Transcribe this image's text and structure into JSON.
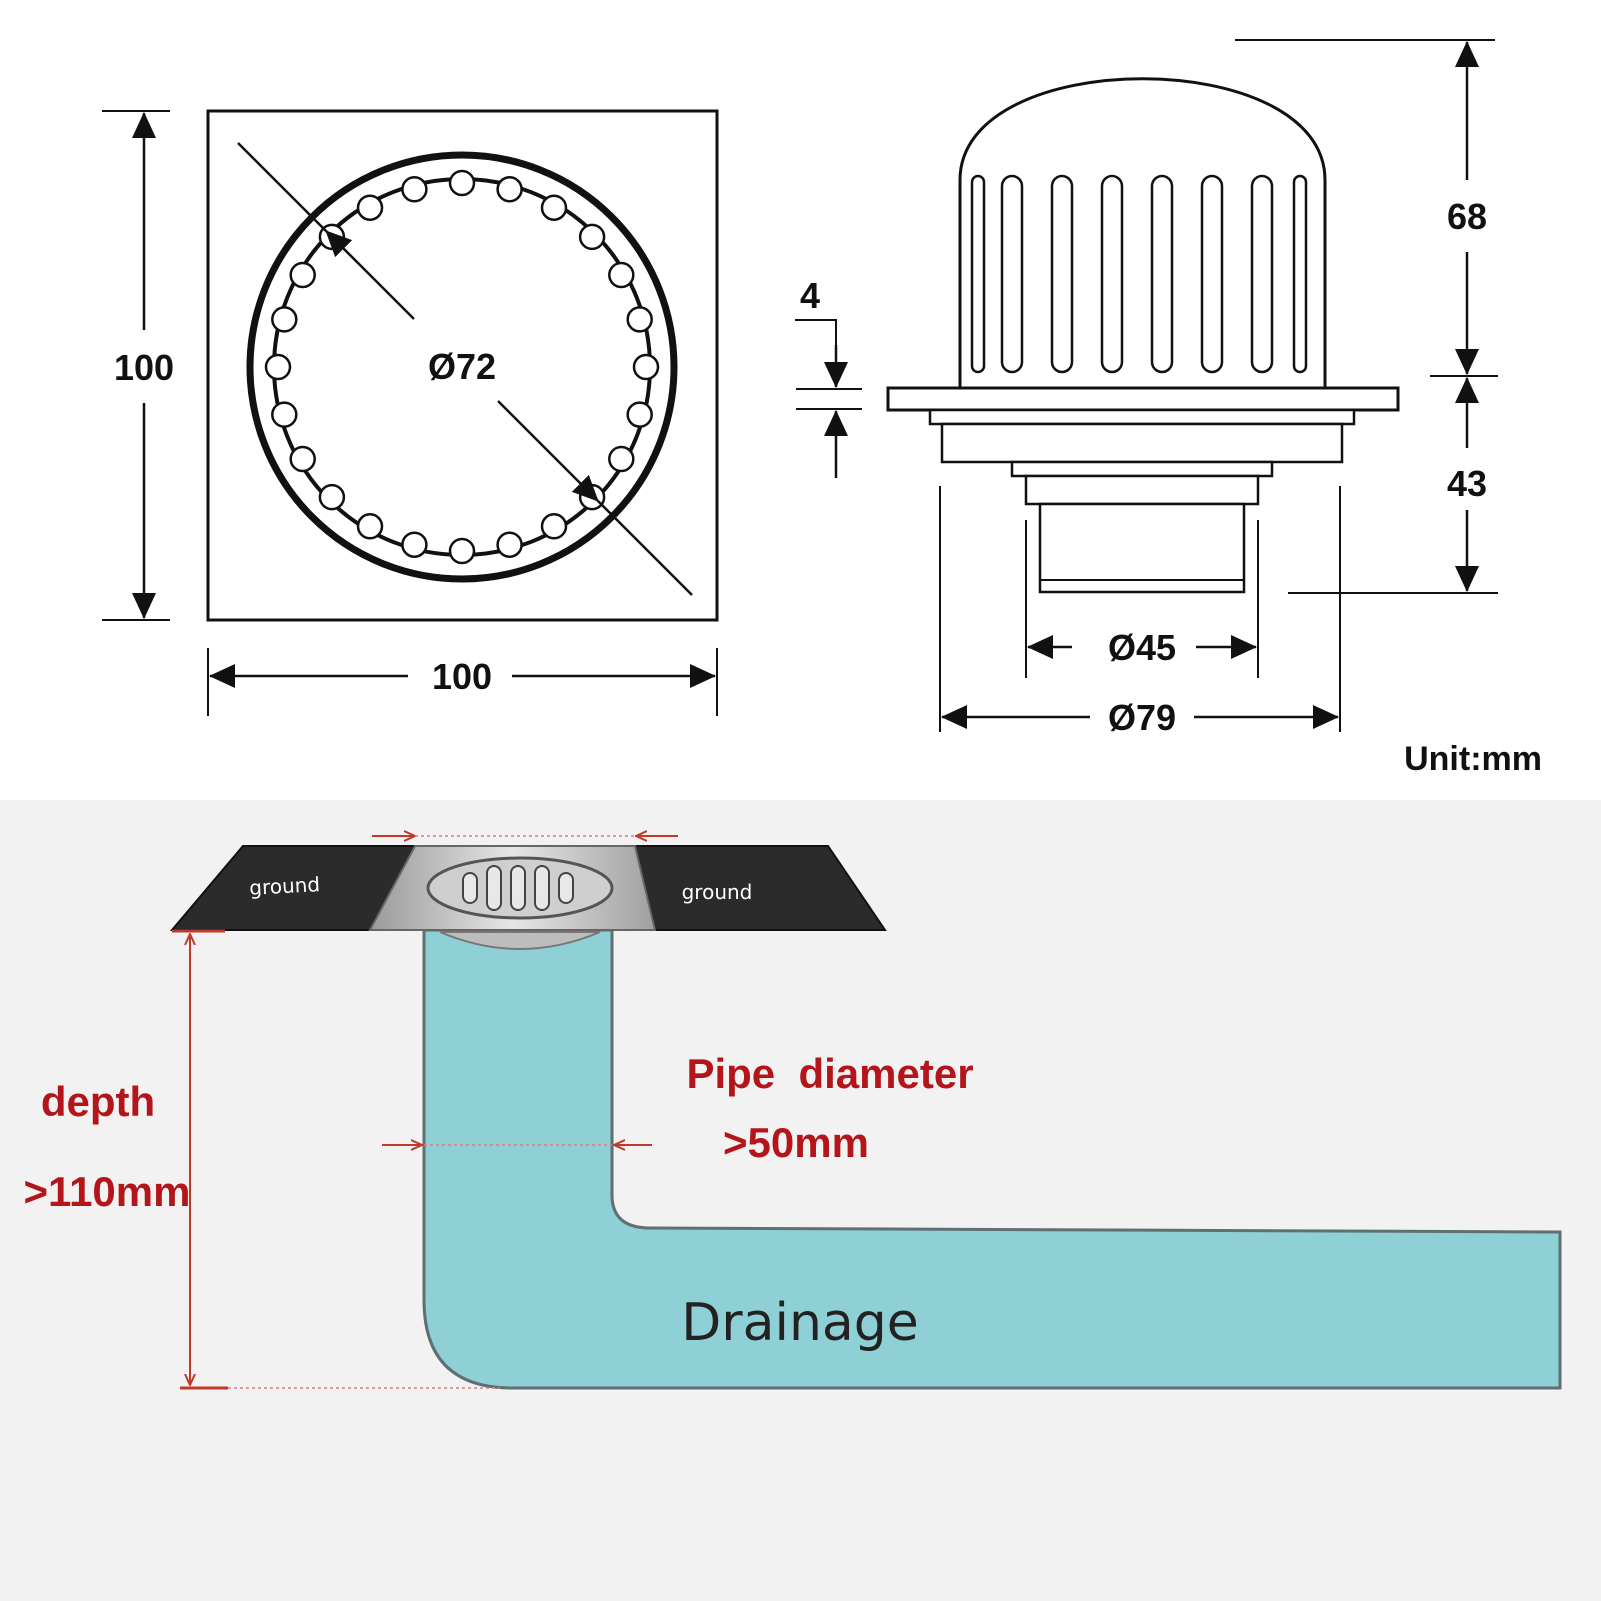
{
  "top_drawing": {
    "unit_label": "Unit:mm",
    "plan_view": {
      "height_label": "100",
      "width_label": "100",
      "diameter_label": "Ø72"
    },
    "side_view": {
      "flange_thickness_label": "4",
      "dome_height_label": "68",
      "body_height_label": "43",
      "inner_diameter_label": "Ø45",
      "outer_diameter_label": "Ø79"
    }
  },
  "installation_diagram": {
    "ground_left_label": "ground",
    "ground_right_label": "ground",
    "depth_label": "depth",
    "depth_value": ">110mm",
    "pipe_label": "Pipe  diameter",
    "pipe_value": ">50mm",
    "drainage_label": "Drainage"
  },
  "colors": {
    "dimension_line": "#111111",
    "annotation_red": "#b3151b",
    "pipe_fill": "#8fd0d6",
    "ground_fill": "#2b2b2b",
    "lower_background": "#f2f2f2"
  }
}
